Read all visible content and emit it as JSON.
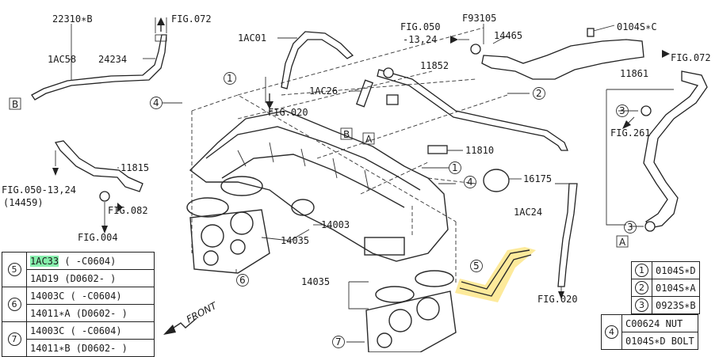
{
  "labels": {
    "p22310B": "22310∗B",
    "fig072_top": "FIG.072",
    "p1AC58": "1AC58",
    "p24234": "24234",
    "box_b_left": "B",
    "p1AC01": "1AC01",
    "fig020_mid": "FIG.020",
    "p1AC26": "1AC26",
    "fig050_top": "FIG.050",
    "fig050_sub": "-13,24",
    "pF93105": "F93105",
    "p14465": "14465",
    "p11852": "11852",
    "p0104SC": "0104S∗C",
    "fig072_right": "FIG.072",
    "p11861": "11861",
    "fig261": "FIG.261",
    "p11815": "11815",
    "fig050_left": "FIG.050-13,24",
    "p14459": "(14459)",
    "fig082": "FIG.082",
    "fig004": "FIG.004",
    "p11810": "11810",
    "p16175": "16175",
    "p1AC24": "1AC24",
    "box_b_mid": "B",
    "box_a_mid": "A",
    "box_a_right": "A",
    "p14035_a": "14035",
    "p14003": "14003",
    "p14035_b": "14035",
    "fig020_bottom": "FIG.020",
    "front": "FRONT",
    "c1": "1",
    "c2": "2",
    "c3": "3",
    "c4": "4",
    "c5": "5",
    "c6": "6",
    "c7": "7"
  },
  "left_table": [
    {
      "num": "5",
      "rows": [
        {
          "pn": "1AC33",
          "range": "( -C0604)",
          "hl": true
        },
        {
          "pn": "1AD19",
          "range": "(D0602- )",
          "hl": false
        }
      ]
    },
    {
      "num": "6",
      "rows": [
        {
          "pn": "14003C",
          "range": "( -C0604)",
          "hl": false
        },
        {
          "pn": "14011∗A",
          "range": "(D0602- )",
          "hl": false
        }
      ]
    },
    {
      "num": "7",
      "rows": [
        {
          "pn": "14003C",
          "range": "( -C0604)",
          "hl": false
        },
        {
          "pn": "14011∗B",
          "range": "(D0602- )",
          "hl": false
        }
      ]
    }
  ],
  "right_table": [
    {
      "num": "1",
      "pn": "0104S∗D"
    },
    {
      "num": "2",
      "pn": "0104S∗A"
    },
    {
      "num": "3",
      "pn": "0923S∗B"
    }
  ],
  "right_table2": [
    {
      "num": "4",
      "rows": [
        "C00624 NUT",
        "0104S∗D BOLT"
      ]
    }
  ],
  "colors": {
    "highlight": "#fde68a",
    "green_highlight": "#86efac"
  }
}
